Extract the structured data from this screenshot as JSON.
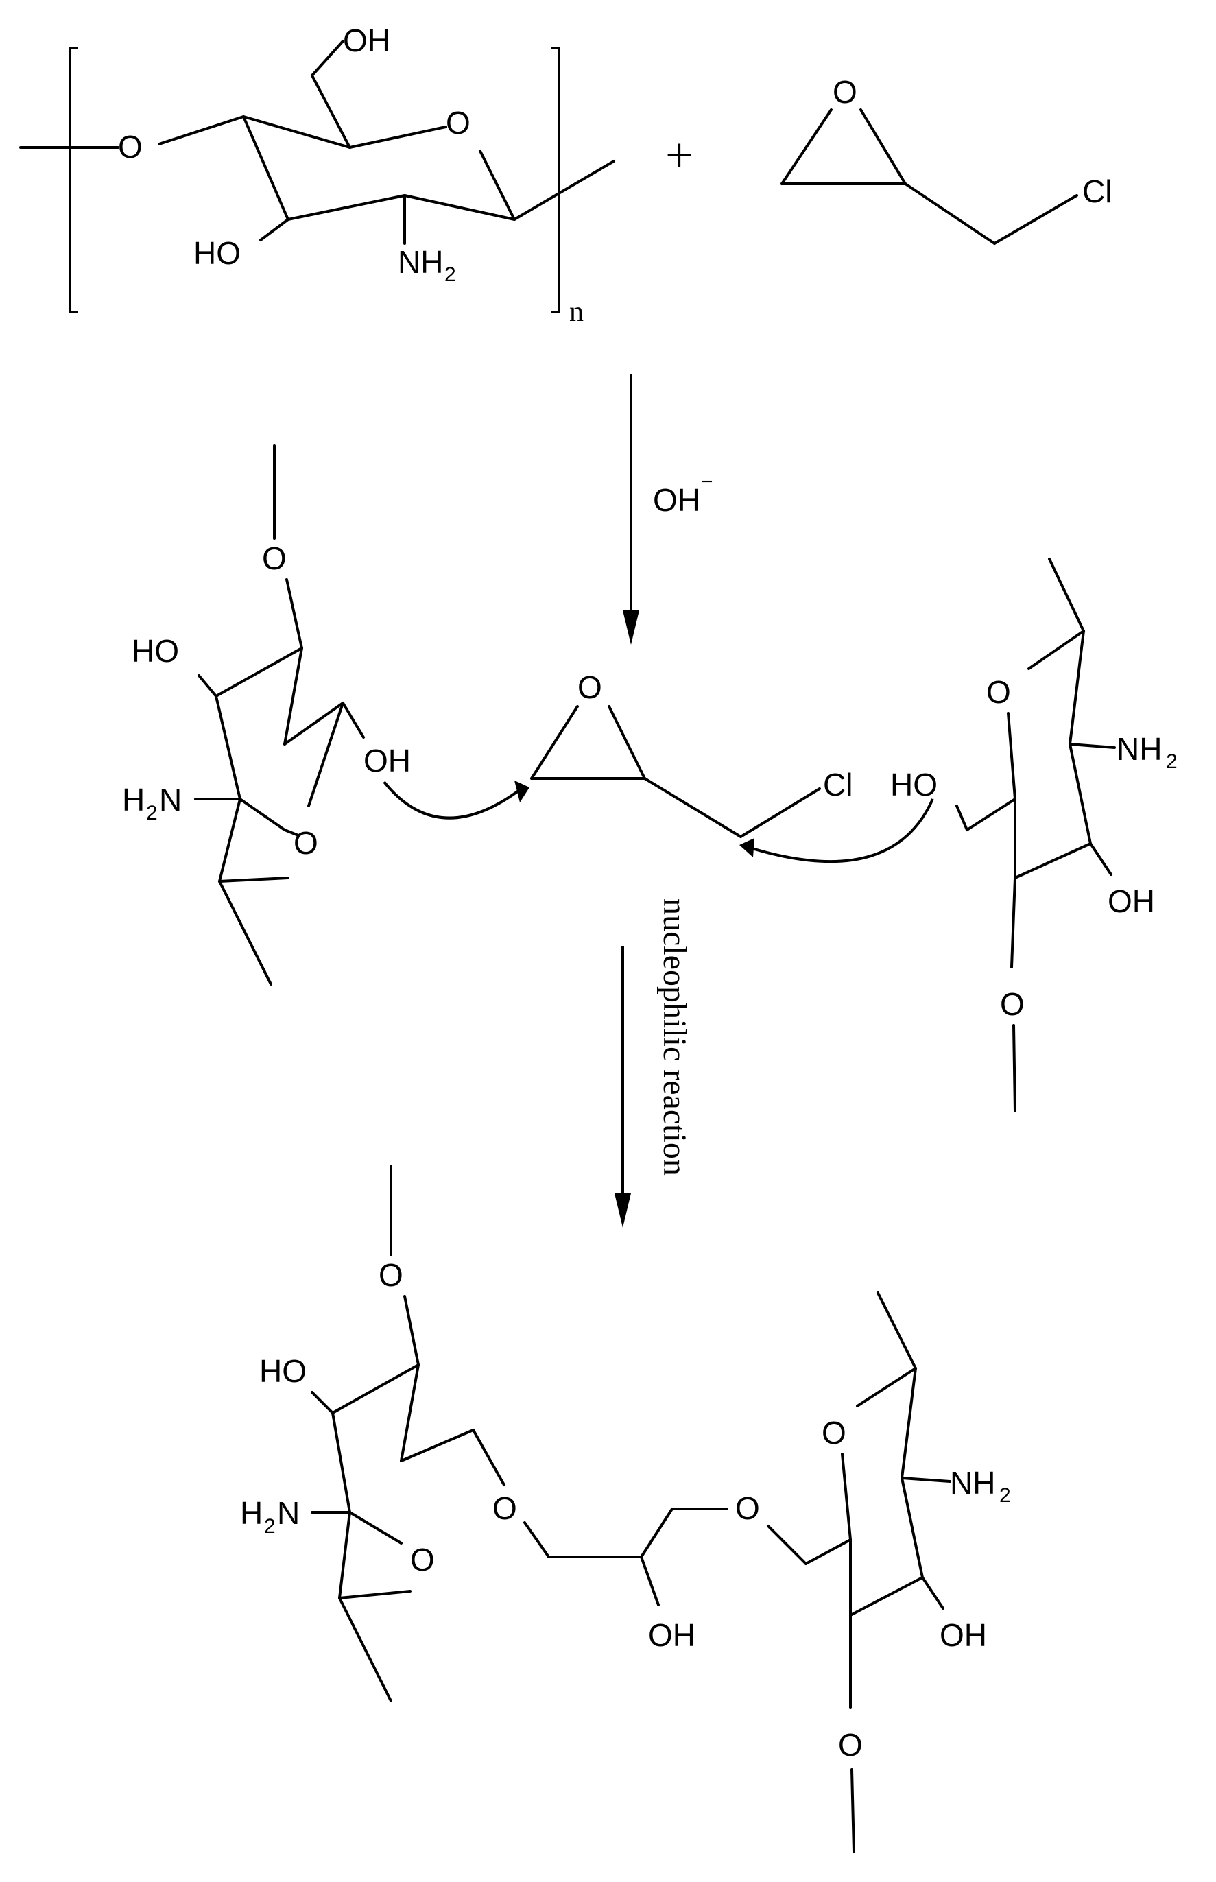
{
  "labels": {
    "OH": "OH",
    "HO": "HO",
    "O": "O",
    "NH": "NH",
    "H2N_H": "H",
    "H2N_N": "N",
    "sub2": "2",
    "Cl": "Cl",
    "plus": "+",
    "n": "n",
    "minus": "−"
  },
  "conditions": {
    "base": "OH",
    "reaction": "nucleophilic reaction"
  }
}
